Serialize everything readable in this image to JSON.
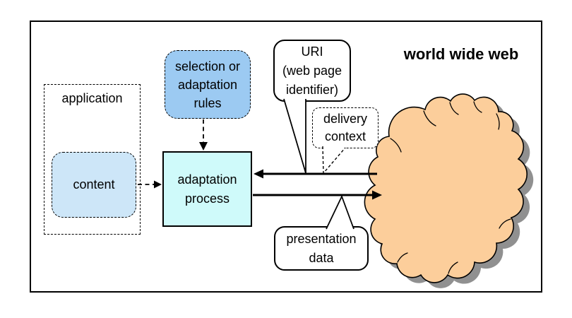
{
  "boxes": {
    "application": {
      "label": "application"
    },
    "content": {
      "label": "content"
    },
    "rules": {
      "label": "selection or\nadaptation\nrules"
    },
    "adaptation": {
      "label": "adaptation\nprocess"
    }
  },
  "callouts": {
    "uri": {
      "label": "URI\n(web page\nidentifier)"
    },
    "delivery_context": {
      "label": "delivery\ncontext"
    },
    "presentation_data": {
      "label": "presentation\ndata"
    }
  },
  "cloud": {
    "label": "world wide web"
  },
  "colors": {
    "content_fill": "#CDE6F8",
    "rules_fill": "#9CCAF2",
    "adaptation_fill": "#CFFAFA",
    "cloud_fill": "#FCCE9B",
    "cloud_shadow": "#909090",
    "outline": "#000000",
    "background": "#FFFFFF"
  }
}
